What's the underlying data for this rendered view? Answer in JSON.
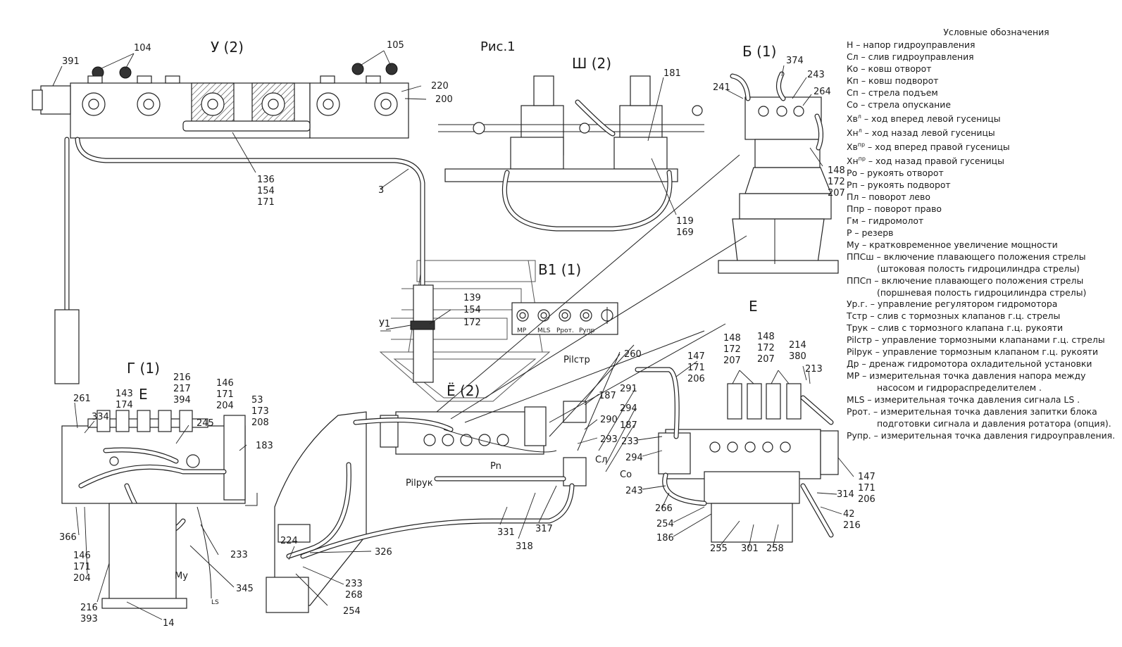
{
  "figure_title": "Рис.1",
  "views": {
    "u": "У (2)",
    "sh": "Ш (2)",
    "b": "Б (1)",
    "v1": "В1 (1)",
    "g": "Г (1)",
    "e": "Е",
    "yo": "Ё (2)",
    "e_arrow": "Е",
    "u1_arrow": "У1"
  },
  "port_labels": {
    "mp": "MP",
    "mls": "MLS",
    "prot": "Pрот.",
    "pupr": "Pупр",
    "pilctp": "Pilстр",
    "pilpyk": "Pilрук",
    "pn": "Pn",
    "cl": "Сл",
    "co": "Со",
    "my": "Му",
    "ls": "LS"
  },
  "callouts": {
    "c104": "104",
    "c105": "105",
    "c391": "391",
    "c220": "220",
    "c200": "200",
    "c3": "3",
    "c136": "136\n154\n171",
    "c139": "139",
    "c154": "154",
    "c172": "172",
    "c181": "181",
    "c119": "119\n169",
    "c374": "374",
    "c241": "241",
    "c243": "243",
    "c264": "264",
    "c148b": "148\n172\n207",
    "c216g": "216\n217\n394",
    "c146g": "146\n171\n204",
    "c143": "143\n174",
    "c53": "53\n173\n208",
    "c183": "183",
    "c261": "261",
    "c334": "334",
    "c245": "245",
    "c366": "366",
    "c146gl": "146\n171\n204",
    "c216l": "216\n393",
    "c14": "14",
    "c233g": "233",
    "c345": "345",
    "c260": "260",
    "c187a": "187",
    "c291": "291",
    "c294a": "294",
    "c290": "290",
    "c187b": "187",
    "c293": "293",
    "c317": "317",
    "c331": "331",
    "c318": "318",
    "c326": "326",
    "c224": "224",
    "c233y": "233\n268",
    "c254y": "254",
    "c147a": "147\n171\n206",
    "c148e1": "148\n172\n207",
    "c148e2": "148\n172\n207",
    "c214": "214\n380",
    "c213": "213",
    "c233e": "233",
    "c294b": "294",
    "c243e": "243",
    "c266": "266",
    "c254e": "254",
    "c186": "186",
    "c255": "255",
    "c301": "301",
    "c258": "258",
    "c314": "314",
    "c42": "42\n216",
    "c147b": "147\n171\n206"
  },
  "legend": {
    "title": "Условные обозначения",
    "rows": [
      [
        "Н",
        "напор гидроуправления"
      ],
      [
        "Сл",
        "слив гидроуправления"
      ],
      [
        "Ко",
        "ковш отворот"
      ],
      [
        "Кп",
        "ковш подворот"
      ],
      [
        "Сп",
        "стрела подъем"
      ],
      [
        "Со",
        "стрела опускание"
      ],
      [
        "Хв^л",
        "ход вперед левой гусеницы"
      ],
      [
        "Хн^л",
        "ход назад левой гусеницы"
      ],
      [
        "Хв^пр",
        "ход вперед правой гусеницы"
      ],
      [
        "Хн^пр",
        "ход назад правой гусеницы"
      ],
      [
        "Ро",
        "рукоять отворот"
      ],
      [
        "Рп",
        "рукоять подворот"
      ],
      [
        "Пл",
        "поворот лево"
      ],
      [
        "Ппр",
        "поворот право"
      ],
      [
        "Гм",
        "гидромолот"
      ],
      [
        "Р",
        "резерв"
      ],
      [
        "Му",
        "кратковременное увеличение мощности"
      ],
      [
        "ППСш",
        "включение плавающего положения стрелы",
        "(штоковая полость гидроцилиндра стрелы)"
      ],
      [
        "ППСп",
        "включение плавающего положения стрелы",
        "(поршневая полость гидроцилиндра стрелы)"
      ],
      [
        "Ур.г.",
        "управление регулятором гидромотора"
      ],
      [
        "Тстр",
        "слив с тормозных клапанов г.ц. стрелы"
      ],
      [
        "Трук",
        "слив с тормозного клапана г.ц. рукояти"
      ],
      [
        "Pilстр",
        "управление тормозными клапанами г.ц. стрелы"
      ],
      [
        "Pilрук",
        "управление тормозным клапаном г.ц. рукояти"
      ],
      [
        "Др",
        "дренаж гидромотора охладительной установки"
      ],
      [
        "MP",
        "измерительная точка давления напора между",
        "насосом и гидрораспределителем ."
      ],
      [
        "MLS",
        "измерительная точка давления сигнала LS ."
      ],
      [
        "Pрот.",
        "измерительная точка давления запитки блока",
        "подготовки сигнала и давления ротатора (опция)."
      ],
      [
        "Pупр.",
        "измерительная точка давления гидроуправления."
      ]
    ]
  }
}
